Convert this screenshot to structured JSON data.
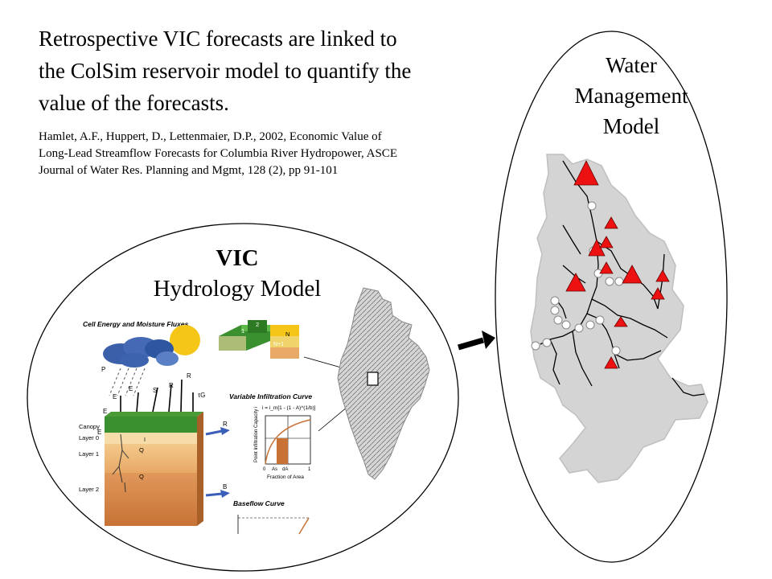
{
  "headline": {
    "line1": "Retrospective VIC forecasts are linked to",
    "line2": "the ColSim reservoir model to quantify the",
    "line3": "value of the forecasts."
  },
  "citation": {
    "line1": "Hamlet, A.F., Huppert, D., Lettenmaier, D.P., 2002, Economic Value of",
    "line2": "Long-Lead Streamflow Forecasts for Columbia River Hydropower, ASCE",
    "line3": "Journal of Water Res. Planning and Mgmt, 128 (2), pp 91-101"
  },
  "vic_model": {
    "title_bold": "VIC",
    "title_rest": "Hydrology Model"
  },
  "water_management_model": {
    "line1": "Water",
    "line2": "Management",
    "line3": "Model"
  },
  "vic_schematic": {
    "fluxes_title": "Cell Energy and Moisture Fluxes",
    "precip": "P",
    "flux_labels": [
      "E",
      "E",
      "E",
      "S",
      "R",
      "R",
      "τG"
    ],
    "canopy": "Canopy",
    "layer0": "Layer 0",
    "layer1": "Layer 1",
    "layer2": "Layer 2",
    "runoff": "R",
    "baseflow": "B",
    "q1": "Q",
    "q2": "Q",
    "infil_i": "I",
    "cell_labels": [
      "1",
      "2",
      "N",
      "N+1"
    ],
    "infiltration_title": "Variable Infiltration Curve",
    "infiltration_eq": "i = i_m[1 - (1 - A)^(1/b)]",
    "infiltration_ylabel": "Point Infiltration Capacity i",
    "infiltration_xlabel": "Fraction of Area",
    "infiltration_ticks": [
      "0",
      "As",
      "dA",
      "1"
    ],
    "baseflow_title": "Baseflow Curve"
  }
}
